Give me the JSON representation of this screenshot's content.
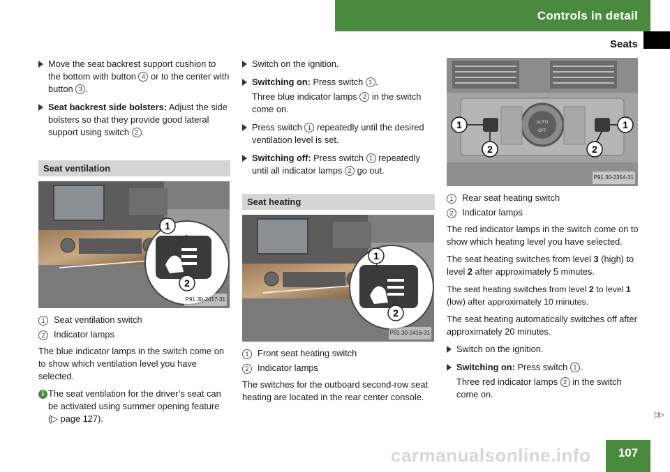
{
  "header": {
    "section": "Controls in detail",
    "subsection": "Seats"
  },
  "col1": {
    "b1_text": "Move the seat backrest support cushion to the bottom with button ",
    "b1_n1": "4",
    "b1_text2": " or to the center with button ",
    "b1_n2": "3",
    "b1_end": ".",
    "b2_bold": "Seat backrest side bolsters:",
    "b2_text": " Adjust the side bolsters so that they provide good lateral support using switch ",
    "b2_n": "2",
    "b2_end": ".",
    "section_title": "Seat ventilation",
    "photo_code": "P91.30-2417-31",
    "legend": [
      {
        "num": "1",
        "label": "Seat ventilation switch"
      },
      {
        "num": "2",
        "label": "Indicator lamps"
      }
    ],
    "para": "The blue indicator lamps in the switch come on to show which ventilation level you have selected.",
    "info_icon": "i",
    "info_text": "The seat ventilation for the driver’s seat can be activated using summer opening feature (",
    "info_arrow": "▷",
    "info_page": " page 127).",
    "callout1": "1",
    "callout2": "2"
  },
  "col2": {
    "b1": "Switch on the ignition.",
    "b2_bold": "Switching on:",
    "b2_text": " Press switch ",
    "b2_n": "1",
    "b2_end": ".",
    "b2_sub_a": "Three blue indicator lamps ",
    "b2_sub_n": "2",
    "b2_sub_b": " in the switch come on.",
    "b3_a": "Press switch ",
    "b3_n": "1",
    "b3_b": " repeatedly until the desired ventilation level is set.",
    "b4_bold": "Switching off:",
    "b4_a": " Press switch ",
    "b4_n": "1",
    "b4_b": " repeatedly until all indicator lamps ",
    "b4_n2": "2",
    "b4_c": " go out.",
    "section_title": "Seat heating",
    "photo_code": "P91.30-2416-31",
    "legend": [
      {
        "num": "1",
        "label": "Front seat heating switch"
      },
      {
        "num": "2",
        "label": "Indicator lamps"
      }
    ],
    "para": "The switches for the outboard second-row seat heating are located in the rear center console.",
    "callout1": "1",
    "callout2": "2"
  },
  "col3": {
    "photo_code": "P91.30-2354-31",
    "knob_label": "AUTO",
    "knob_label2": "OFF",
    "legend": [
      {
        "num": "1",
        "label": "Rear seat heating switch"
      },
      {
        "num": "2",
        "label": "Indicator lamps"
      }
    ],
    "p1": "The red indicator lamps in the switch come on to show which heating level you have selected.",
    "p2_a": "The seat heating switches from level ",
    "p2_b1": "3",
    "p2_b": " (high) to level ",
    "p2_b2": "2",
    "p2_c": " after approximately 5 minutes.",
    "p3_a": "The seat heating switches from level ",
    "p3_b1": "2",
    "p3_b": " to level ",
    "p3_b2": "1",
    "p3_c": " (low) after approximately 10 minutes.",
    "p4": "The seat heating automatically switches off after approximately 20 minutes.",
    "b1": "Switch on the ignition.",
    "b2_bold": "Switching on:",
    "b2_text": " Press switch ",
    "b2_n": "1",
    "b2_end": ".",
    "b2_sub_a": "Three red indicator lamps ",
    "b2_sub_n": "2",
    "b2_sub_b": " in the switch come on.",
    "callouts": [
      "1",
      "2",
      "2",
      "1"
    ]
  },
  "footer": {
    "page_number": "107",
    "continue": "▷▷",
    "watermark": "carmanualsonline.info"
  },
  "colors": {
    "accent": "#4a8a3e",
    "section_bg": "#d5d5d5"
  }
}
